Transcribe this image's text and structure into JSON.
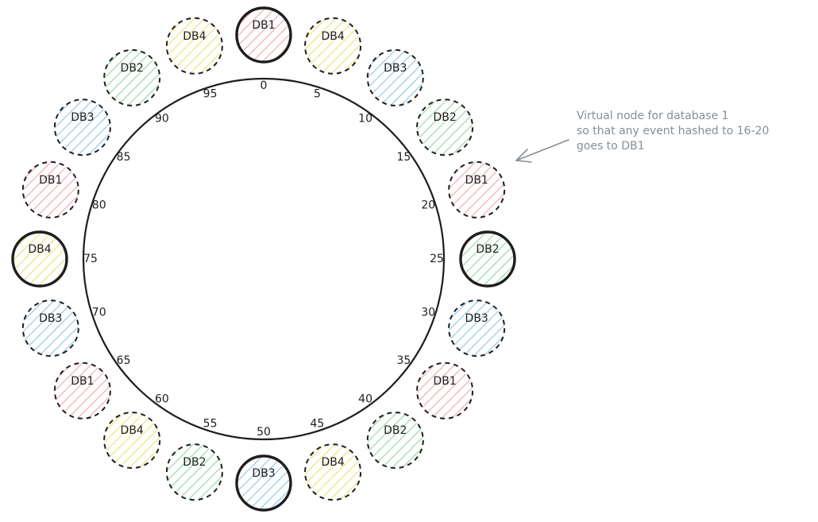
{
  "ring": {
    "tick_labels": [
      "0",
      "5",
      "10",
      "15",
      "20",
      "25",
      "30",
      "35",
      "40",
      "45",
      "50",
      "55",
      "60",
      "65",
      "70",
      "75",
      "80",
      "85",
      "90",
      "95"
    ]
  },
  "colors": {
    "DB1": "#f5a3ad",
    "DB2": "#8ed99b",
    "DB3": "#8cc4ee",
    "DB4": "#f2de6e",
    "stroke": "#1e1e1e",
    "note": "#868e96"
  },
  "nodes": [
    {
      "label": "DB1",
      "db": "DB1",
      "primary": true
    },
    {
      "label": "DB4",
      "db": "DB4",
      "primary": false
    },
    {
      "label": "DB3",
      "db": "DB3",
      "primary": false
    },
    {
      "label": "DB2",
      "db": "DB2",
      "primary": false
    },
    {
      "label": "DB1",
      "db": "DB1",
      "primary": false
    },
    {
      "label": "DB2",
      "db": "DB2",
      "primary": true
    },
    {
      "label": "DB3",
      "db": "DB3",
      "primary": false
    },
    {
      "label": "DB1",
      "db": "DB1",
      "primary": false
    },
    {
      "label": "DB2",
      "db": "DB2",
      "primary": false
    },
    {
      "label": "DB4",
      "db": "DB4",
      "primary": false
    },
    {
      "label": "DB3",
      "db": "DB3",
      "primary": true
    },
    {
      "label": "DB2",
      "db": "DB2",
      "primary": false
    },
    {
      "label": "DB4",
      "db": "DB4",
      "primary": false
    },
    {
      "label": "DB1",
      "db": "DB1",
      "primary": false
    },
    {
      "label": "DB3",
      "db": "DB3",
      "primary": false
    },
    {
      "label": "DB4",
      "db": "DB4",
      "primary": true
    },
    {
      "label": "DB1",
      "db": "DB1",
      "primary": false
    },
    {
      "label": "DB3",
      "db": "DB3",
      "primary": false
    },
    {
      "label": "DB2",
      "db": "DB2",
      "primary": false
    },
    {
      "label": "DB4",
      "db": "DB4",
      "primary": false
    }
  ],
  "annotation": {
    "lines": [
      "Virtual node for database 1",
      "so that any event hashed to 16-20",
      "goes to DB1"
    ]
  }
}
